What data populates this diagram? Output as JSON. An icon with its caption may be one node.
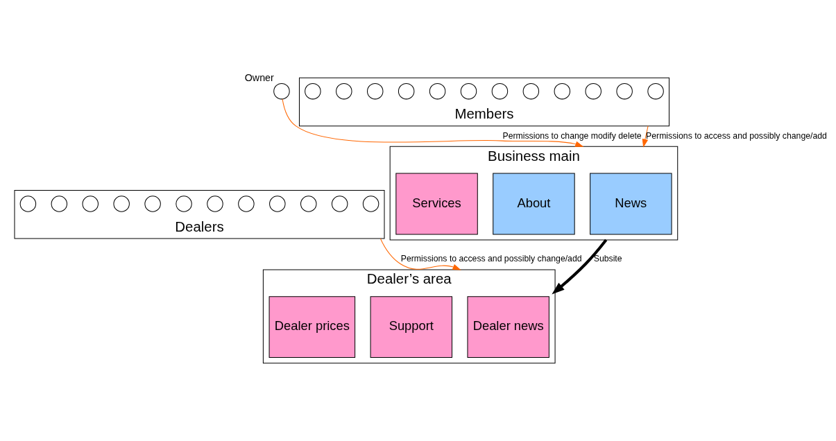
{
  "diagram": {
    "nodes": [
      {
        "text": [
          "Business main"
        ]
      },
      {
        "text": [
          "News"
        ],
        "in": 0
      },
      {
        "text": [
          "About"
        ],
        "in": 0
      },
      {
        "text": [
          "Services"
        ],
        "in": 0
      },
      {
        "text": [],
        "shape": "circle",
        "beside": [
          "Owner"
        ]
      },
      {
        "text": [
          "Members"
        ]
      },
      {
        "text": [],
        "shape": "circle",
        "in": 5
      },
      {
        "text": [],
        "shape": "circle",
        "in": 5
      },
      {
        "text": [],
        "shape": "circle",
        "in": 5
      },
      {
        "text": [],
        "shape": "circle",
        "in": 5
      },
      {
        "text": [],
        "shape": "circle",
        "in": 5
      },
      {
        "text": [],
        "shape": "circle",
        "in": 5
      },
      {
        "text": [],
        "shape": "circle",
        "in": 5
      },
      {
        "text": [],
        "shape": "circle",
        "in": 5
      },
      {
        "text": [],
        "shape": "circle",
        "in": 5
      },
      {
        "text": [],
        "shape": "circle",
        "in": 5
      },
      {
        "text": [],
        "shape": "circle",
        "in": 5
      },
      {
        "text": [],
        "shape": "circle",
        "in": 5
      },
      {
        "text": [
          "Dealer’s area"
        ]
      },
      {
        "text": [
          "Dealer news"
        ],
        "in": 18
      },
      {
        "text": [
          "Support"
        ],
        "in": 18
      },
      {
        "text": [
          "Dealer prices"
        ],
        "in": 18
      },
      {
        "text": [
          "Dealers"
        ]
      },
      {
        "text": [],
        "shape": "circle",
        "in": 22
      },
      {
        "text": [],
        "shape": "circle",
        "in": 22
      },
      {
        "text": [],
        "shape": "circle",
        "in": 22
      },
      {
        "text": [],
        "shape": "circle",
        "in": 22
      },
      {
        "text": [],
        "shape": "circle",
        "in": 22
      },
      {
        "text": [],
        "shape": "circle",
        "in": 22
      },
      {
        "text": [],
        "shape": "circle",
        "in": 22
      },
      {
        "text": [],
        "shape": "circle",
        "in": 22
      },
      {
        "text": [],
        "shape": "circle",
        "in": 22
      },
      {
        "text": [],
        "shape": "circle",
        "in": 22
      },
      {
        "text": [],
        "shape": "circle",
        "in": 22
      },
      {
        "text": [],
        "shape": "circle",
        "in": 22
      }
    ],
    "edges": [
      {
        "from": 4,
        "to": 0,
        "arrow": "to",
        "label": "Permissions to change modify delete",
        "color": "#ff6600"
      },
      {
        "from": 5,
        "to": 0,
        "arrow": "to",
        "label": "Permissions to access and possibly change/add",
        "color": "#ff6600"
      },
      {
        "from": 0,
        "to": 18,
        "arrow": "to",
        "label": "Subsite",
        "style": "thick",
        "color": "#000000"
      },
      {
        "from": 22,
        "to": 18,
        "arrow": "to",
        "label": "Permissions to access and possibly change/add",
        "color": "#ff6600"
      }
    ]
  }
}
